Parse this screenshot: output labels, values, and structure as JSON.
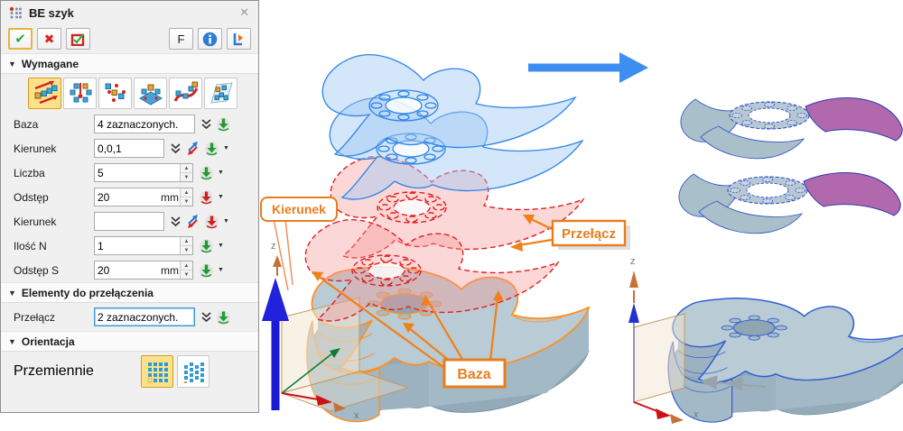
{
  "window": {
    "title": "BE szyk"
  },
  "icons": {
    "close": "✕",
    "ok": "✔",
    "cancel": "✖",
    "caret": "▼",
    "spin_up": "▲",
    "spin_down": "▼",
    "section_tri": "▼"
  },
  "toolbar": {
    "f_label": "F"
  },
  "sections": {
    "wymagane": "Wymagane",
    "elementy": "Elementy do przełączenia",
    "orientacja": "Orientacja"
  },
  "fields": {
    "baza": {
      "label": "Baza",
      "value": "4 zaznaczonych."
    },
    "kierunek1": {
      "label": "Kierunek",
      "value": "0,0,1"
    },
    "liczba": {
      "label": "Liczba",
      "value": "5"
    },
    "odstep": {
      "label": "Odstęp",
      "value": "20",
      "unit": "mm"
    },
    "kierunek2": {
      "label": "Kierunek",
      "value": ""
    },
    "ilosc_n": {
      "label": "Ilość N",
      "value": "1"
    },
    "odstep_s": {
      "label": "Odstęp S",
      "value": "20",
      "unit": "mm"
    },
    "przelacz": {
      "label": "Przełącz",
      "value": "2 zaznaczonych."
    },
    "przemiennie": {
      "label": "Przemiennie"
    }
  },
  "viewport": {
    "callouts": {
      "kierunek": "Kierunek",
      "przelacz": "Przełącz",
      "baza": "Baza"
    },
    "axes": {
      "z": "z",
      "x": "x"
    }
  },
  "colors": {
    "accent_orange": "#e87d1e",
    "edge_orange": "#ff8f1f",
    "edge_blue": "#2f5fd4",
    "preview_blue": "#2e86e8",
    "toggle_red": "#e01f1f",
    "big_arrow_blue": "#3d8ef0",
    "axis_blue": "#1b1bd6",
    "selection_yellow": "#fbe28a",
    "focus_blue": "#3d9bd5",
    "result_purple": "#b168ac",
    "body_steel": "#b9cbd4"
  }
}
